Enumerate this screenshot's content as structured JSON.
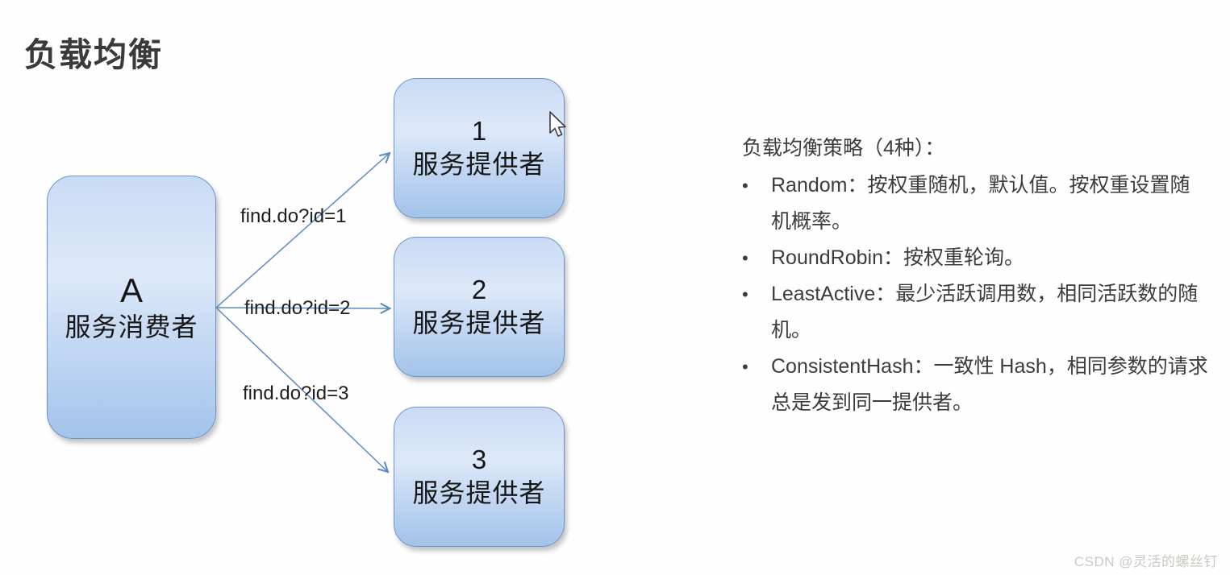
{
  "title": "负载均衡",
  "diagram": {
    "consumer": {
      "line1": "A",
      "line2": "服务消费者"
    },
    "providers": [
      {
        "num": "1",
        "label": "服务提供者"
      },
      {
        "num": "2",
        "label": "服务提供者"
      },
      {
        "num": "3",
        "label": "服务提供者"
      }
    ],
    "arrows": [
      {
        "label": "find.do?id=1"
      },
      {
        "label": "find.do?id=2"
      },
      {
        "label": "find.do?id=3"
      }
    ]
  },
  "panel": {
    "heading": "负载均衡策略（4种）：",
    "bullet": "•",
    "bullets": [
      {
        "lines": [
          "Random：按权重随机，默认值。按权重设置随",
          "机概率。"
        ]
      },
      {
        "lines": [
          "RoundRobin：按权重轮询。"
        ]
      },
      {
        "lines": [
          "LeastActive：最少活跃调用数，相同活跃数的随",
          "机。"
        ]
      },
      {
        "lines": [
          "ConsistentHash：一致性 Hash，相同参数的请求",
          "总是发到同一提供者。"
        ]
      }
    ]
  },
  "watermark": "CSDN @灵活的螺丝钉",
  "colors": {
    "arrow": "#5b8ac2",
    "box_border": "#6b94cb",
    "box_fill_top": "#dde9f9",
    "box_fill_bottom": "#a3c3ea",
    "title_text": "#3a3a3a",
    "body_text": "#3c3c3c",
    "watermark_text": "#c9c9c4"
  }
}
